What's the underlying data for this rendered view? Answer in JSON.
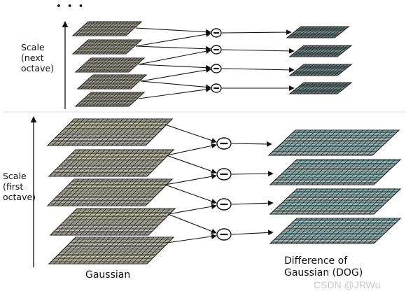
{
  "labels": {
    "ellipsis": "• • •",
    "scale_next_lines": [
      "Scale",
      "(next",
      "octave)"
    ],
    "scale_first_lines": [
      "Scale",
      "(first",
      "octave)"
    ],
    "gaussian": "Gaussian",
    "dog_lines": [
      "Difference of",
      "Gaussian (DOG)"
    ],
    "watermark": "CSDN @JRWu"
  },
  "colors": {
    "gaussian_fill": "#c9c8b4",
    "dog_fill": "#a9cfcf",
    "grid_line": "#1a1a1a",
    "arrow": "#111111"
  },
  "icons": {
    "subtract": "minus-circle-icon"
  }
}
